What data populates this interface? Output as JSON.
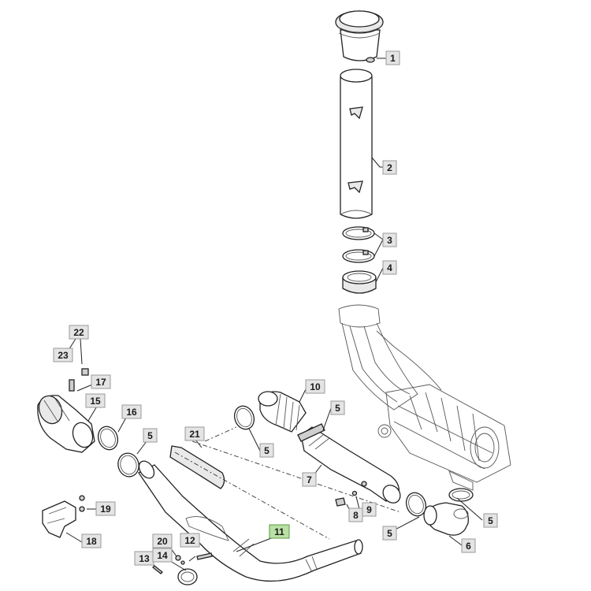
{
  "diagram": {
    "callouts": [
      {
        "id": "c1",
        "label": "1",
        "highlight": false
      },
      {
        "id": "c2",
        "label": "2",
        "highlight": false
      },
      {
        "id": "c3",
        "label": "3",
        "highlight": false
      },
      {
        "id": "c4",
        "label": "4",
        "highlight": false
      },
      {
        "id": "c5a",
        "label": "5",
        "highlight": false
      },
      {
        "id": "c5b",
        "label": "5",
        "highlight": false
      },
      {
        "id": "c5c",
        "label": "5",
        "highlight": false
      },
      {
        "id": "c5d",
        "label": "5",
        "highlight": false
      },
      {
        "id": "c5e",
        "label": "5",
        "highlight": false
      },
      {
        "id": "c6",
        "label": "6",
        "highlight": false
      },
      {
        "id": "c7",
        "label": "7",
        "highlight": false
      },
      {
        "id": "c8",
        "label": "8",
        "highlight": false
      },
      {
        "id": "c9",
        "label": "9",
        "highlight": false
      },
      {
        "id": "c10",
        "label": "10",
        "highlight": false
      },
      {
        "id": "c11",
        "label": "11",
        "highlight": true
      },
      {
        "id": "c12",
        "label": "12",
        "highlight": false
      },
      {
        "id": "c13",
        "label": "13",
        "highlight": false
      },
      {
        "id": "c14",
        "label": "14",
        "highlight": false
      },
      {
        "id": "c15",
        "label": "15",
        "highlight": false
      },
      {
        "id": "c16",
        "label": "16",
        "highlight": false
      },
      {
        "id": "c17",
        "label": "17",
        "highlight": false
      },
      {
        "id": "c18",
        "label": "18",
        "highlight": false
      },
      {
        "id": "c19",
        "label": "19",
        "highlight": false
      },
      {
        "id": "c20",
        "label": "20",
        "highlight": false
      },
      {
        "id": "c21",
        "label": "21",
        "highlight": false
      },
      {
        "id": "c22",
        "label": "22",
        "highlight": false
      },
      {
        "id": "c23",
        "label": "23",
        "highlight": false
      }
    ]
  }
}
